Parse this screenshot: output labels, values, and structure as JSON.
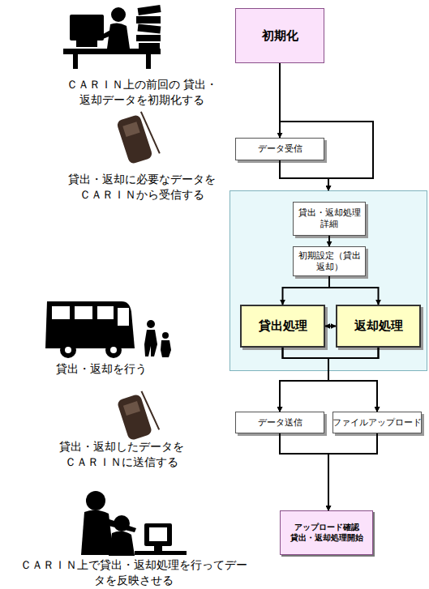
{
  "diagram": {
    "nodes": [
      {
        "text": [
          "初期化"
        ]
      },
      {
        "text": [
          "データ受信"
        ]
      },
      {
        "text": []
      },
      {
        "text": [
          "貸出・返却処理 詳細"
        ],
        "in": 2
      },
      {
        "text": [
          "初期設定（貸出 返却）"
        ],
        "in": 2
      },
      {
        "text": [
          "貸出処理"
        ],
        "in": 2
      },
      {
        "text": [
          "返却処理"
        ],
        "in": 2
      },
      {
        "text": [
          "データ送信"
        ]
      },
      {
        "text": [
          "ファイルアップロード"
        ]
      },
      {
        "text": [
          "アップロード確認 貸出・返却処理開始"
        ]
      }
    ],
    "edges": [
      {
        "from": 0,
        "to": 1,
        "arrow": "to"
      },
      {
        "from": 0,
        "to": 2,
        "arrow": "to"
      },
      {
        "from": 1,
        "to": 2,
        "arrow": "to"
      },
      {
        "from": 3,
        "to": 4,
        "arrow": "to"
      },
      {
        "from": 4,
        "to": 5,
        "arrow": "to"
      },
      {
        "from": 4,
        "to": 6,
        "arrow": "to"
      },
      {
        "from": 5,
        "to": 6,
        "arrow": "both"
      },
      {
        "from": 5,
        "to": 7,
        "arrow": "to"
      },
      {
        "from": 5,
        "to": 8,
        "arrow": "to"
      },
      {
        "from": 6,
        "to": 7,
        "arrow": "to"
      },
      {
        "from": 6,
        "to": 8,
        "arrow": "to"
      },
      {
        "from": 7,
        "to": 9,
        "arrow": "to"
      },
      {
        "from": 8,
        "to": 9,
        "arrow": "to"
      }
    ],
    "labels": [
      "ＣＡＲＩＮ上の前回の 貸出・返却データを初期化する",
      "貸出・返却に必要なデータを ＣＡＲＩＮから受信する",
      "貸出・返却を行う",
      "貸出・返却したデータを ＣＡＲＩＮに送信する",
      "ＣＡＲＩＮ上で貸出・返却処理を行ってデー タを反映させる"
    ]
  }
}
